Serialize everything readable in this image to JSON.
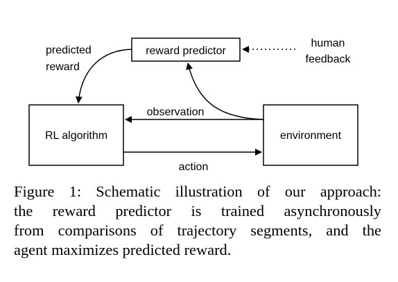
{
  "diagram": {
    "nodes": {
      "reward_predictor": "reward predictor",
      "rl_algorithm": "RL algorithm",
      "environment": "environment",
      "human_feedback": [
        "human",
        "feedback"
      ]
    },
    "edges": {
      "predicted_reward": [
        "predicted",
        "reward"
      ],
      "observation": "observation",
      "action": "action"
    }
  },
  "caption": {
    "lines": [
      "Figure 1: Schematic illustration of our approach:",
      "the reward predictor is trained asynchronously",
      "from comparisons of trajectory segments, and the",
      "agent maximizes predicted reward."
    ]
  }
}
